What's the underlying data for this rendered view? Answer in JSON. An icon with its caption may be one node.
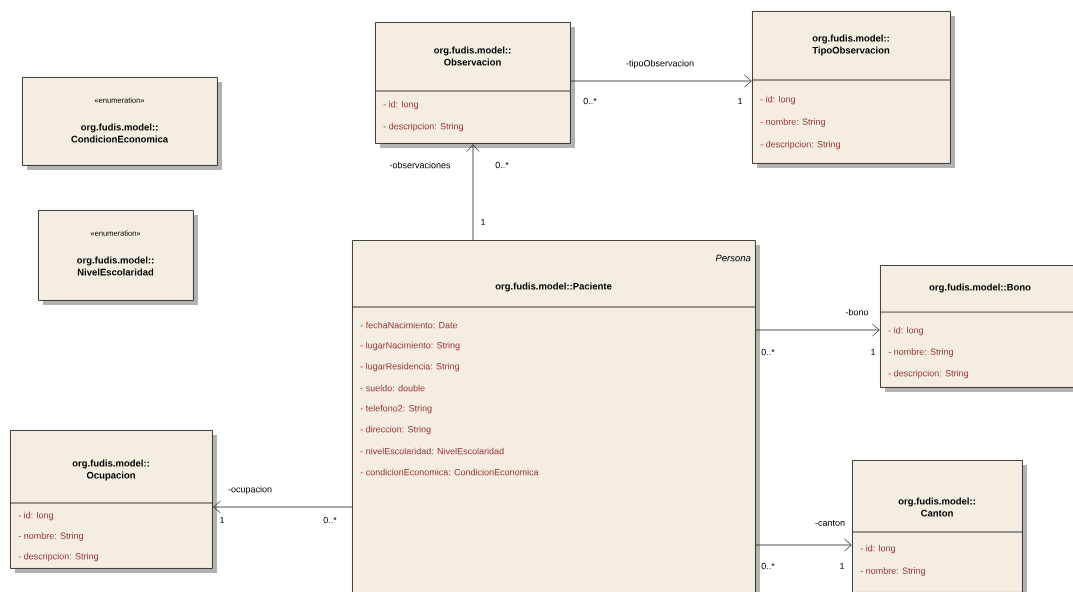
{
  "diagram": {
    "nodes": [
      {
        "text": [
          "«enumeration»",
          "org.fudis.model:: CondicionEconomica"
        ]
      },
      {
        "text": [
          "org.fudis.model:: Observacion",
          "- id: long",
          "- descripcion: String"
        ]
      },
      {
        "text": [
          "org.fudis.model:: TipoObservacion",
          "- id: long",
          "- nombre: String",
          "- descripcion: String"
        ]
      },
      {
        "text": [
          "«enumeration»",
          "org.fudis.model:: NivelEscolaridad"
        ]
      },
      {
        "text": [
          "Persona",
          "org.fudis.model::Paciente",
          "- fechaNacimiento: Date",
          "- lugarNacimiento: String",
          "- lugarResidencia: String",
          "- sueldo: double",
          "- telefono2: String",
          "- direccion: String",
          "- nivelEscolaridad: NivelEscolaridad",
          "- condicionEconomica: CondicionEconomica"
        ]
      },
      {
        "text": [
          "org.fudis.model::Bono",
          "- id: long",
          "- nombre: String",
          "- descripcion: String"
        ]
      },
      {
        "text": [
          "org.fudis.model:: Ocupacion",
          "- id: long",
          "- nombre: String",
          "- descripcion: String"
        ]
      },
      {
        "text": [
          "org.fudis.model:: Canton",
          "- id: long",
          "- nombre: String"
        ]
      }
    ],
    "edges": [
      {
        "from": 1,
        "to": 2,
        "arrow": "to",
        "label": "-tipoObservacion"
      },
      {
        "from": 4,
        "to": 1,
        "arrow": "to",
        "label": "-observaciones"
      },
      {
        "from": 4,
        "to": 5,
        "arrow": "to",
        "label": "-bono"
      },
      {
        "from": 4,
        "to": 6,
        "arrow": "to",
        "label": "-ocupacion"
      },
      {
        "from": 4,
        "to": 7,
        "arrow": "to",
        "label": "-canton"
      }
    ],
    "labels": [
      "0..*",
      "1",
      "0..*",
      "1",
      "0..*",
      "1",
      "1",
      "0..*",
      "0..*",
      "1"
    ]
  }
}
